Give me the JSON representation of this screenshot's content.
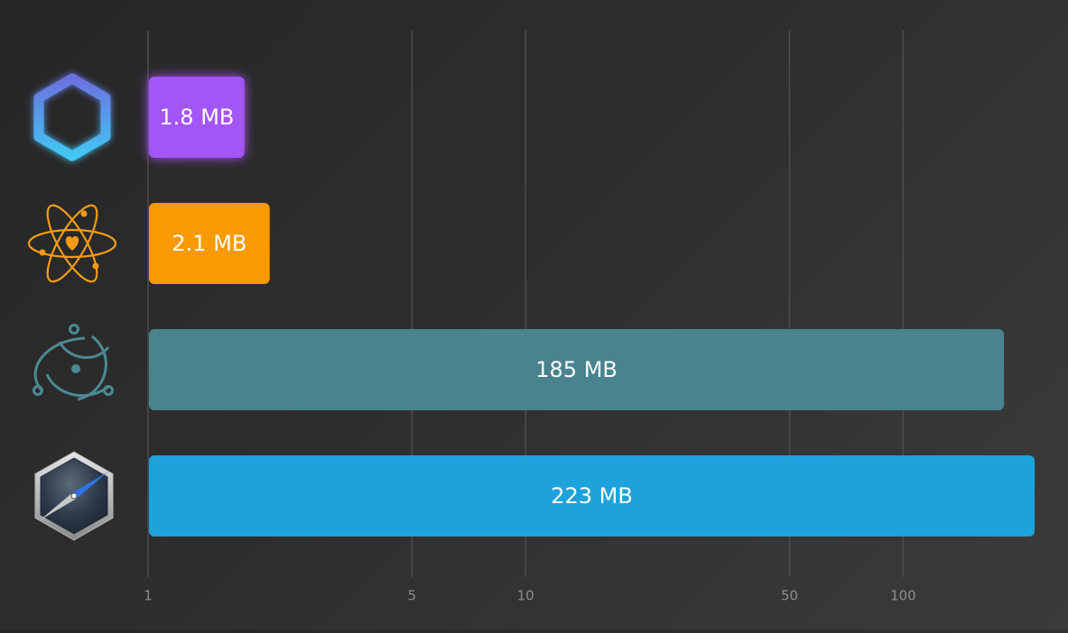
{
  "chart_data": {
    "type": "bar",
    "orientation": "horizontal",
    "x_scale": "log",
    "xlim": [
      1,
      250
    ],
    "xticks": [
      1,
      5,
      10,
      50,
      100
    ],
    "xtick_labels": [
      "1",
      "5",
      "10",
      "50",
      "100"
    ],
    "grid": true,
    "categories": [
      "hexagon-app",
      "atom-heart-app",
      "electron-app",
      "safari-app"
    ],
    "values": [
      1.8,
      2.1,
      185,
      223
    ],
    "value_labels": [
      "1.8 MB",
      "2.1 MB",
      "185 MB",
      "223 MB"
    ],
    "unit": "MB",
    "bar_colors": [
      "#a455f5",
      "#f99a00",
      "#48838e",
      "#1ea2dc"
    ],
    "icons": [
      "hexagon-icon",
      "atom-heart-icon",
      "electron-atom-icon",
      "compass-icon"
    ]
  },
  "colors": {
    "grid": "#4d4d4d",
    "tick_label": "#8e8e8e",
    "bar_label": "#ffffff",
    "hexagon_top": "#6b72e0",
    "hexagon_bottom": "#41c8f3",
    "atom": "#f49b16",
    "electron": "#4b8993"
  }
}
